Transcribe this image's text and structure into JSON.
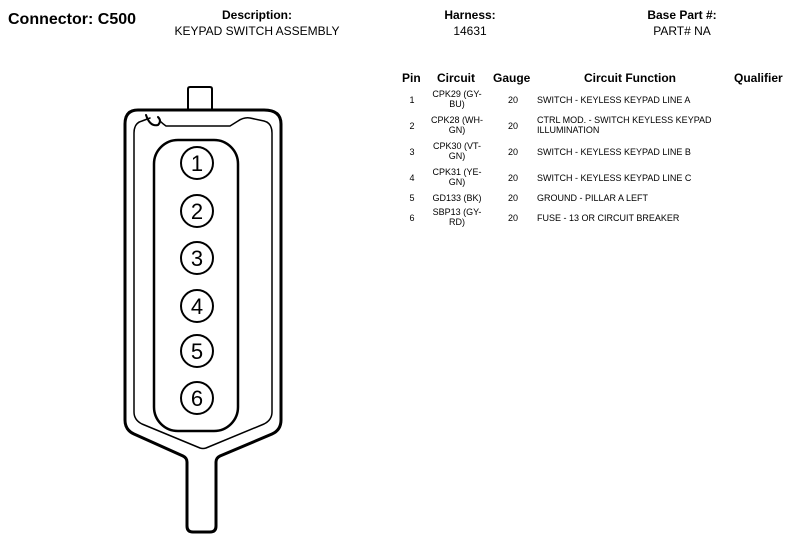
{
  "connector": {
    "label": "Connector: C500"
  },
  "description": {
    "label": "Description:",
    "value": "KEYPAD SWITCH ASSEMBLY"
  },
  "harness": {
    "label": "Harness:",
    "value": "14631"
  },
  "base_part": {
    "label": "Base Part #:",
    "value": "PART# NA"
  },
  "table": {
    "headers": {
      "pin": "Pin",
      "circuit": "Circuit",
      "gauge": "Gauge",
      "function": "Circuit Function",
      "qualifier": "Qualifier"
    },
    "rows": [
      {
        "pin": "1",
        "circuit": "CPK29 (GY-BU)",
        "gauge": "20",
        "function": "SWITCH - KEYLESS KEYPAD LINE A",
        "qualifier": ""
      },
      {
        "pin": "2",
        "circuit": "CPK28 (WH-GN)",
        "gauge": "20",
        "function": "CTRL MOD. - SWITCH KEYLESS KEYPAD ILLUMINATION",
        "qualifier": ""
      },
      {
        "pin": "3",
        "circuit": "CPK30 (VT-GN)",
        "gauge": "20",
        "function": "SWITCH - KEYLESS KEYPAD LINE B",
        "qualifier": ""
      },
      {
        "pin": "4",
        "circuit": "CPK31 (YE-GN)",
        "gauge": "20",
        "function": "SWITCH - KEYLESS KEYPAD LINE C",
        "qualifier": ""
      },
      {
        "pin": "5",
        "circuit": "GD133 (BK)",
        "gauge": "20",
        "function": "GROUND - PILLAR A LEFT",
        "qualifier": ""
      },
      {
        "pin": "6",
        "circuit": "SBP13 (GY-RD)",
        "gauge": "20",
        "function": "FUSE - 13 OR CIRCUIT BREAKER",
        "qualifier": ""
      }
    ]
  },
  "diagram": {
    "pin_labels": [
      "1",
      "2",
      "3",
      "4",
      "5",
      "6"
    ]
  }
}
